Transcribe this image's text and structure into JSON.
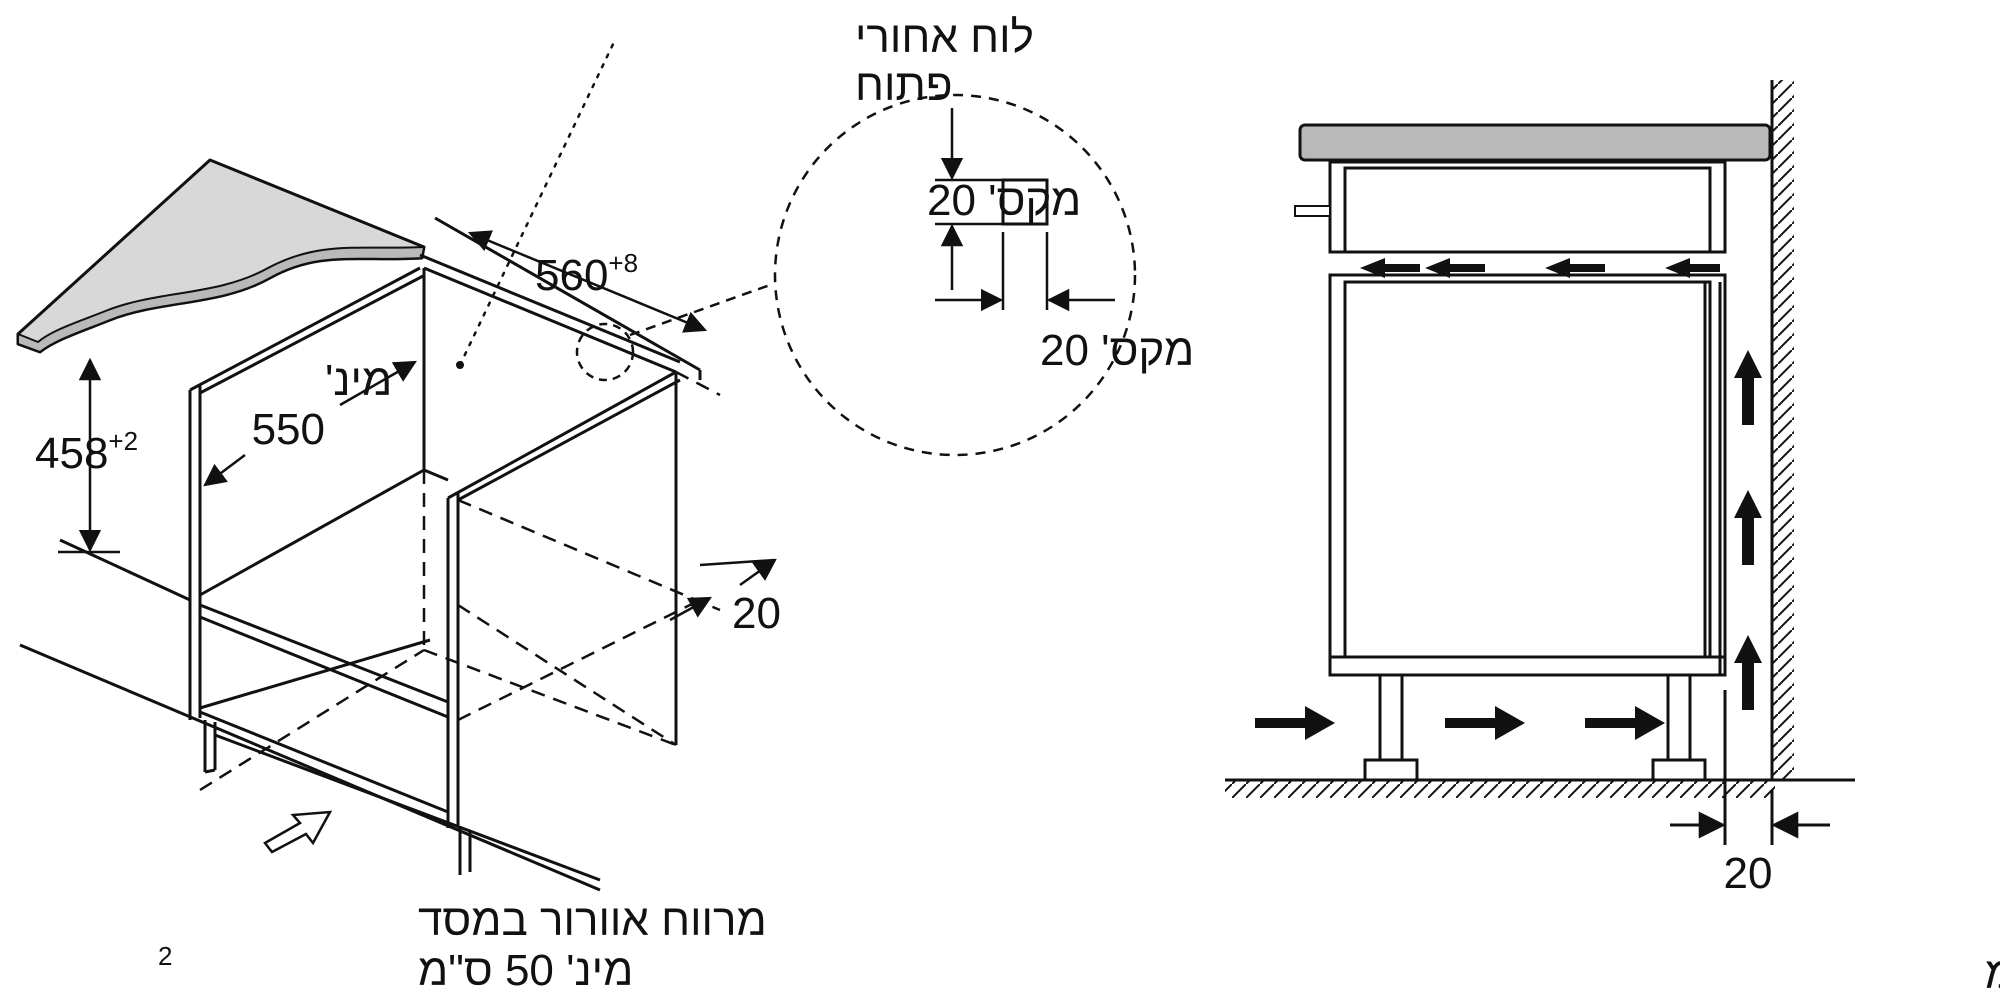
{
  "labels": {
    "rear_panel_line1": "לוח אחורי",
    "rear_panel_line2": "פתוח",
    "width_value": "560",
    "width_tolerance": "+8",
    "height_value": "458",
    "height_tolerance": "+2",
    "depth_line1": "מינ'",
    "depth_line2": "550",
    "gap_20_left": "20",
    "detail_max_top": "מקס' 20",
    "detail_max_bottom": "מקס' 20",
    "vent_line1": "מרווח אוורור במסד",
    "vent_line2": "מינ' 50 ס\"מ",
    "vent_superscript": "2",
    "gap_20_right": "20",
    "units_note": "מידות במ\"מ"
  },
  "colors": {
    "line": "#111111",
    "countertop_fill": "#d8d8d8",
    "countertop_side_fill": "#b9b9b9",
    "background": "#ffffff"
  }
}
